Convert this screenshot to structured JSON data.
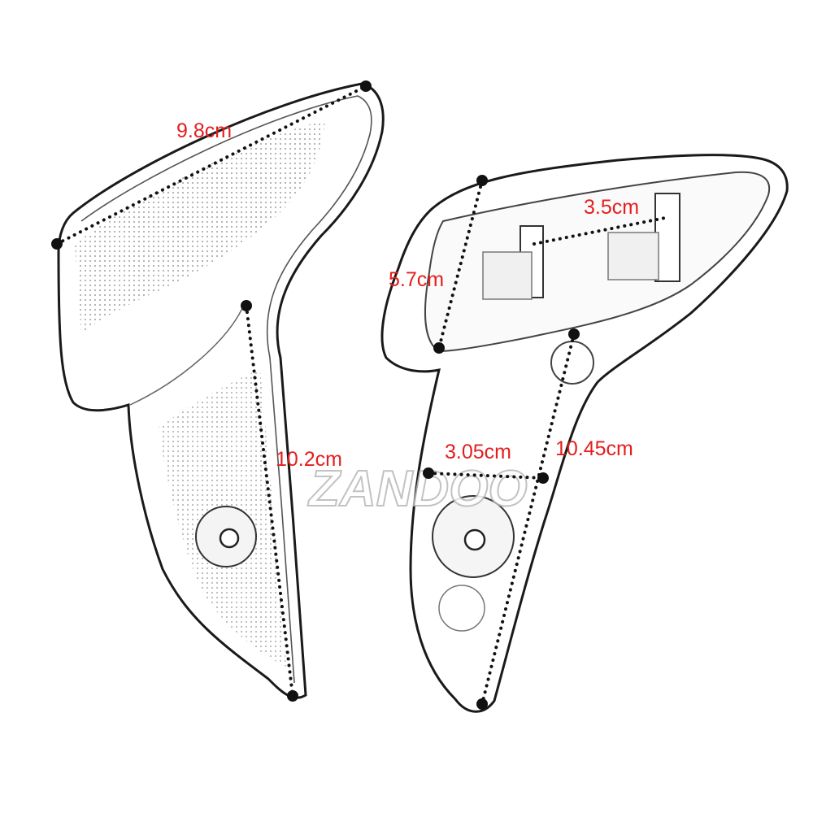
{
  "watermark": "ZANDOO",
  "colors": {
    "label": "#e41e1e",
    "outline": "#1a1a1a",
    "dot": "#111111"
  },
  "left_part": {
    "width_label": "9.8cm",
    "height_label": "10.2cm"
  },
  "right_part": {
    "top_height_label": "5.7cm",
    "clip_spacing_label": "3.5cm",
    "stem_width_label": "3.05cm",
    "height_label": "10.45cm"
  }
}
